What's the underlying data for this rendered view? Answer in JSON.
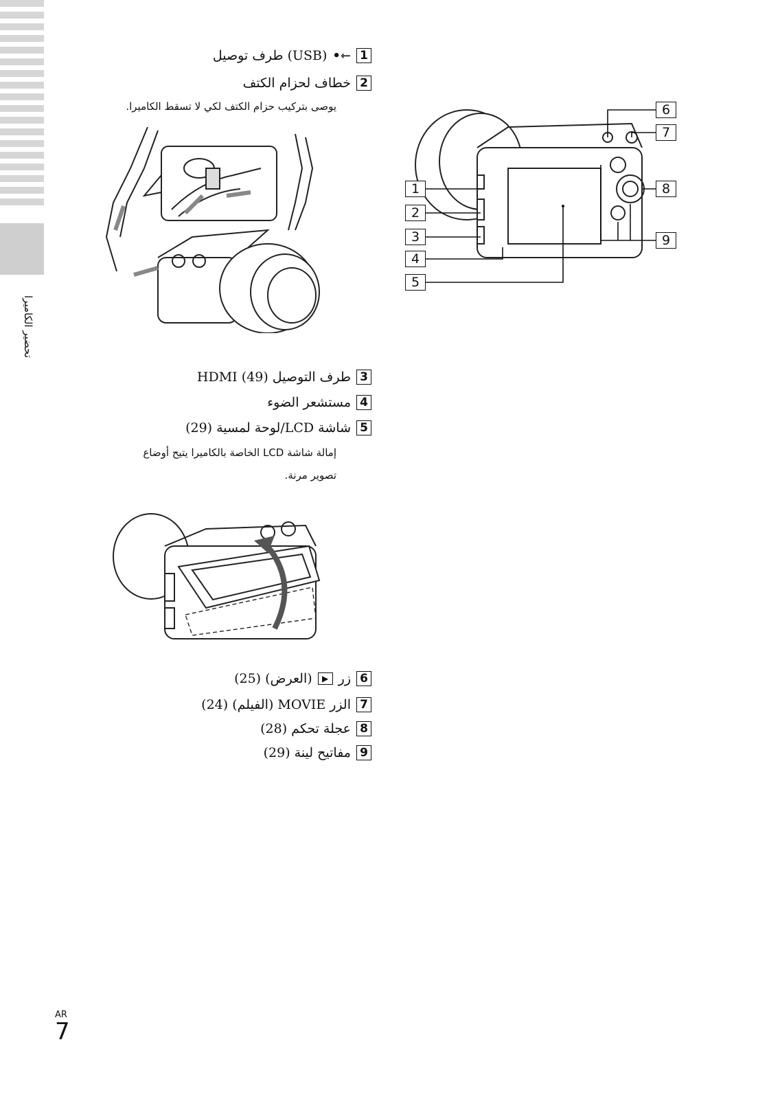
{
  "side_tab": {
    "label": "تحضير الكاميرا"
  },
  "parts_top": [
    {
      "num": "1",
      "text": "(USB) طرف توصيل",
      "icon": "usb-icon"
    },
    {
      "num": "2",
      "text": "خطاف لحزام الكتف"
    }
  ],
  "strap_note": "يوصى بتركيب حزام الكتف لكي لا تسقط الكاميرا.",
  "parts_middle": [
    {
      "num": "3",
      "text": "طرف التوصيل HDMI (49)"
    },
    {
      "num": "4",
      "text": "مستشعر الضوء"
    },
    {
      "num": "5",
      "text": "شاشة LCD/لوحة لمسية (29)"
    }
  ],
  "lcd_note_line1": "إمالة شاشة LCD الخاصة بالكاميرا يتيح أوضاع",
  "lcd_note_line2": "تصوير مرنة.",
  "parts_bottom": [
    {
      "num": "6",
      "pre": "زر",
      "icon": "play-icon",
      "text": "(العرض) (25)"
    },
    {
      "num": "7",
      "text": "الزر MOVIE (الفيلم) (24)"
    },
    {
      "num": "8",
      "text": "عجلة تحكم (28)"
    },
    {
      "num": "9",
      "text": "مفاتيح لينة (29)"
    }
  ],
  "callouts": [
    "1",
    "2",
    "3",
    "4",
    "5",
    "6",
    "7",
    "8",
    "9"
  ],
  "footer": {
    "lang": "AR",
    "page": "7"
  }
}
